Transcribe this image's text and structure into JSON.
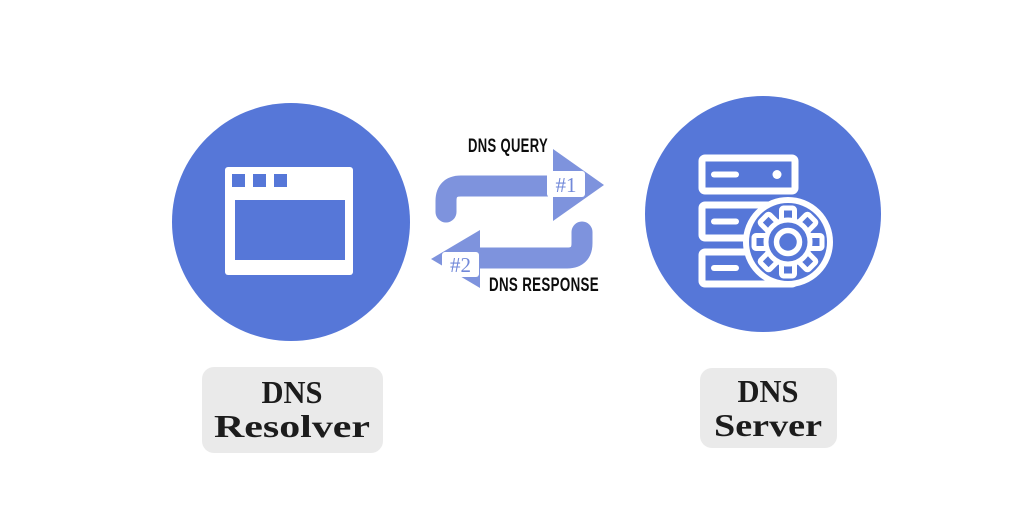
{
  "diagram": {
    "background": "#ffffff",
    "nodes": {
      "resolver": {
        "icon": "browser-window-icon",
        "label_line1": "DNS",
        "label_line2": "Resolver"
      },
      "server": {
        "icon": "server-gear-icon",
        "label_line1": "DNS",
        "label_line2": "Server"
      }
    },
    "arrows": {
      "query": {
        "label": "DNS QUERY",
        "step": "#1",
        "direction": "resolver-to-server"
      },
      "response": {
        "label": "DNS RESPONSE",
        "step": "#2",
        "direction": "server-to-resolver"
      }
    },
    "colors": {
      "node_fill": "#5677d8",
      "arrow_fill": "#7e93dd",
      "label_bg": "#eaeaea",
      "label_text": "#1c1c1c",
      "arrow_label_text": "#0d0d0d",
      "step_text": "#7289d9",
      "icon_color": "#ffffff"
    }
  }
}
